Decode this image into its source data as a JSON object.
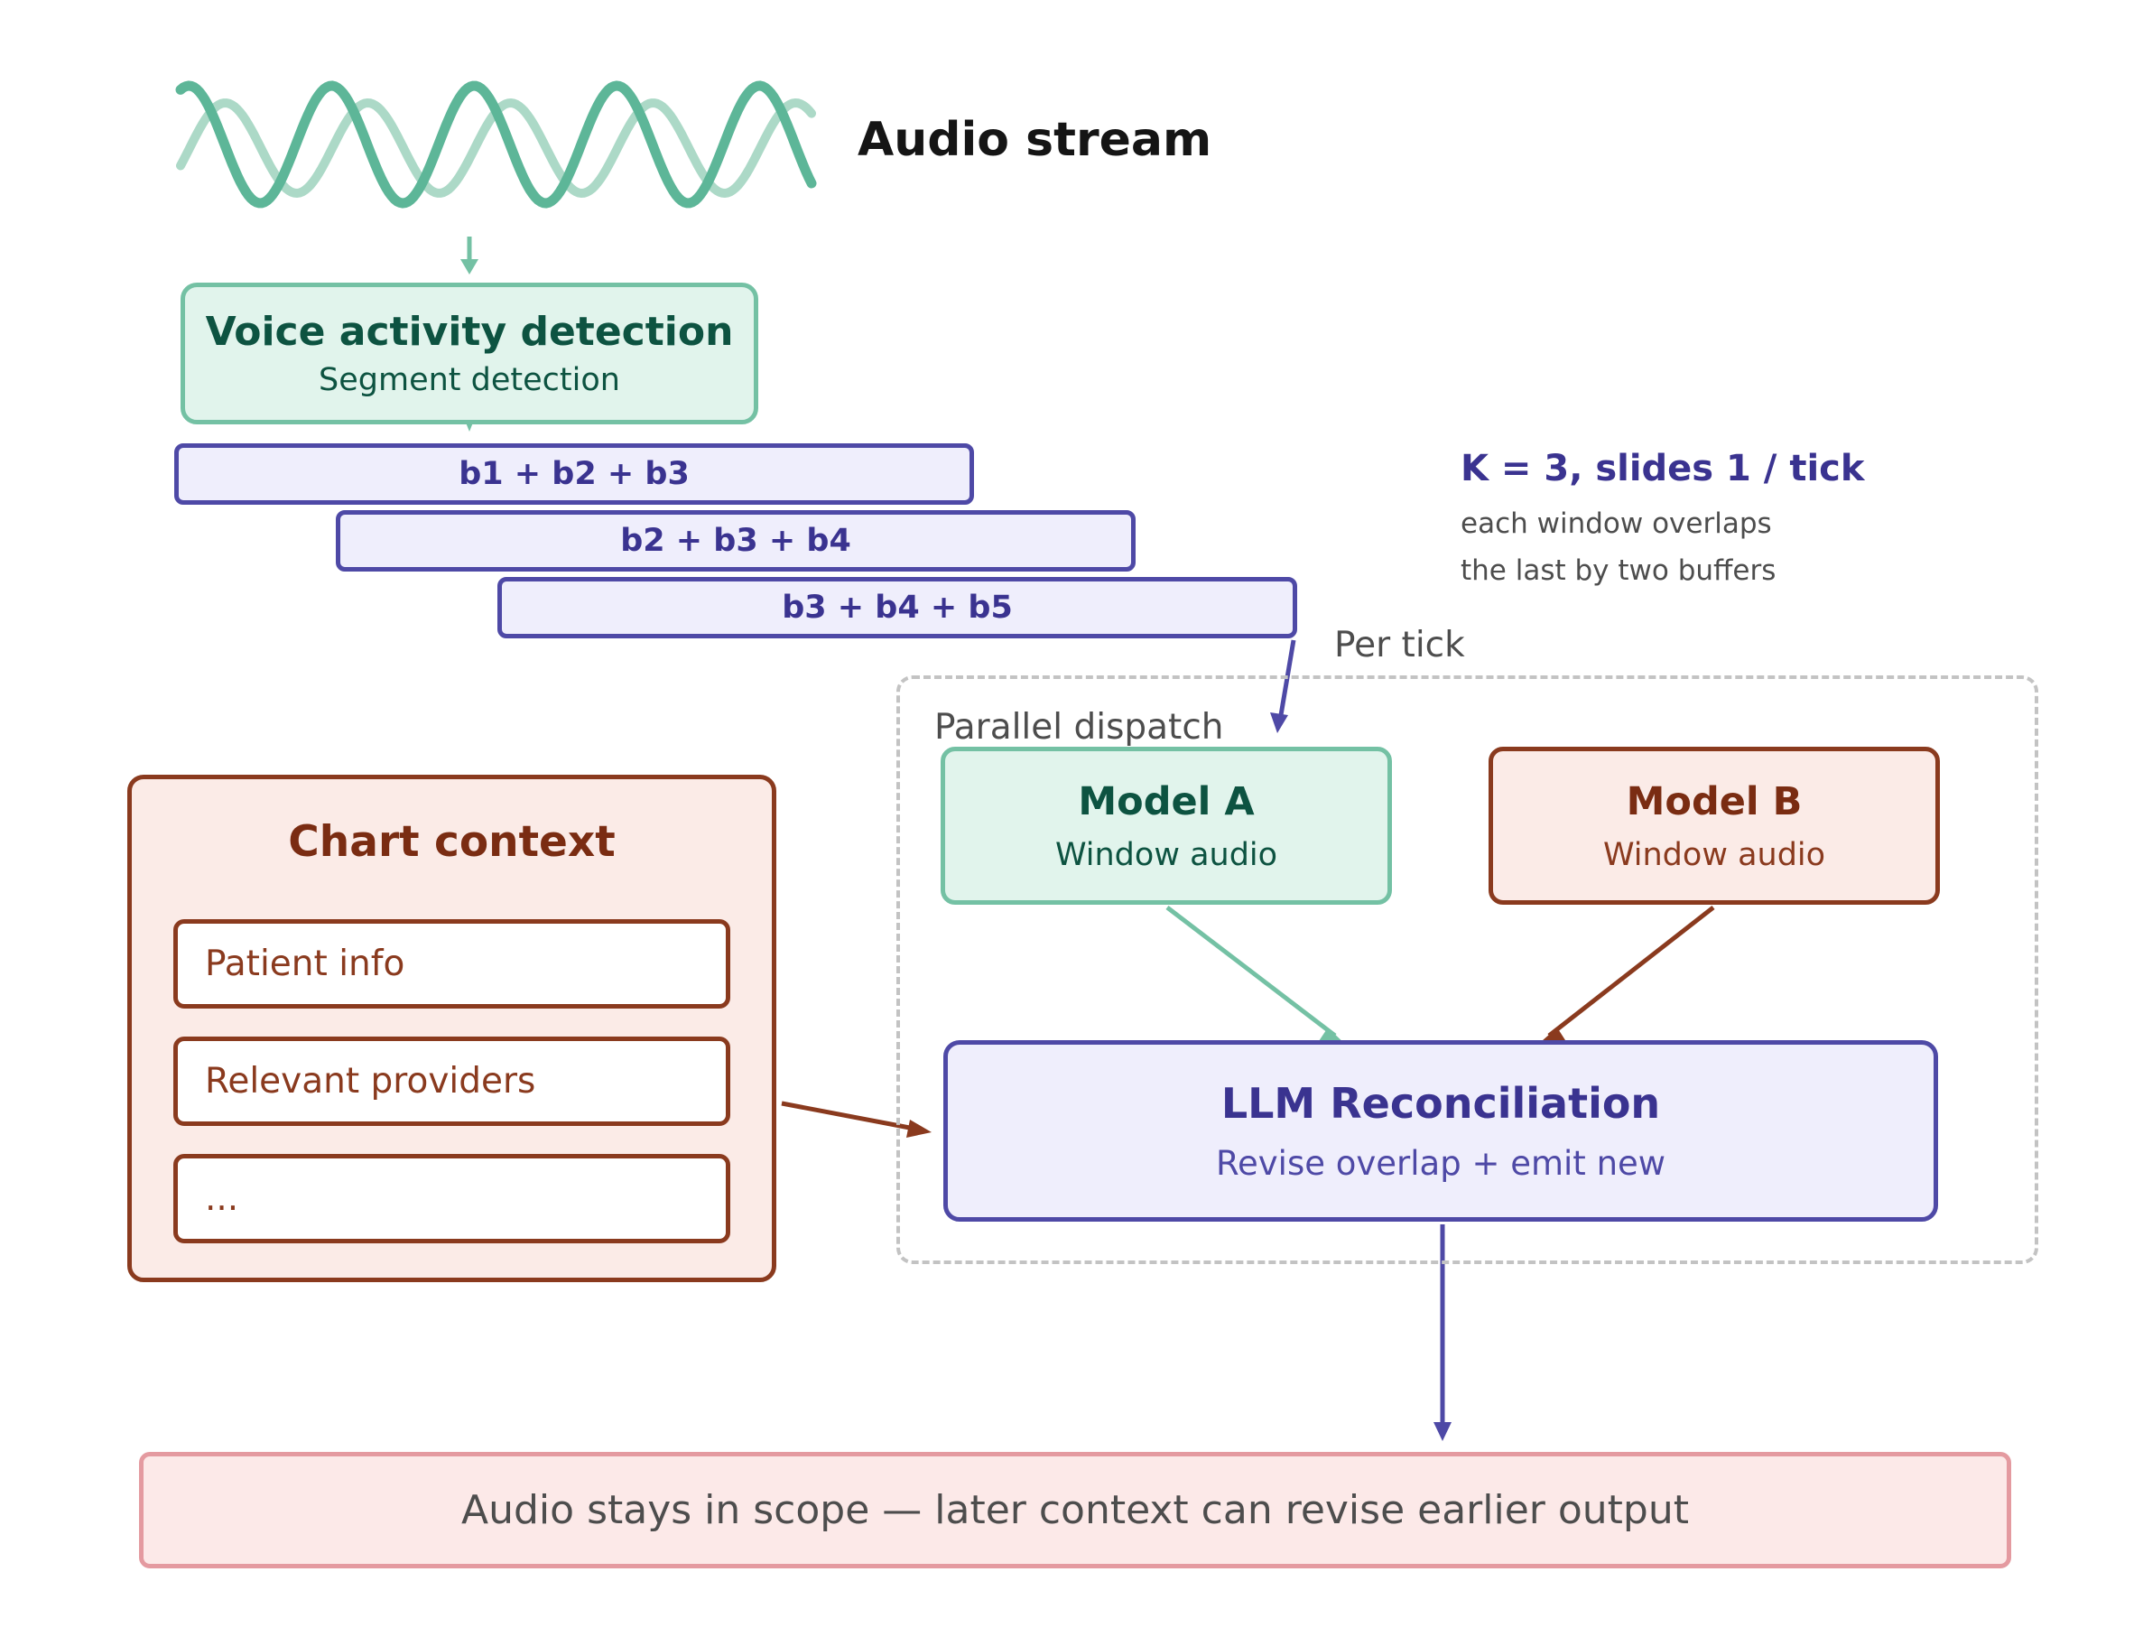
{
  "audio": {
    "title": "Audio stream",
    "wave_color": "#5db698"
  },
  "vad": {
    "title": "Voice activity detection",
    "subtitle": "Segment detection"
  },
  "windows": [
    "b1 + b2 + b3",
    "b2 + b3 + b4",
    "b3 + b4 + b5"
  ],
  "k_note": {
    "title": "K = 3, slides 1 / tick",
    "lines": [
      "each window overlaps",
      "the last by two buffers"
    ]
  },
  "per_tick_label": "Per tick",
  "dispatch": {
    "label": "Parallel dispatch"
  },
  "model_a": {
    "title": "Model A",
    "subtitle": "Window audio"
  },
  "model_b": {
    "title": "Model B",
    "subtitle": "Window audio"
  },
  "llm": {
    "title": "LLM Reconciliation",
    "subtitle": "Revise overlap + emit new"
  },
  "chart_context": {
    "title": "Chart context",
    "items": [
      "Patient info",
      "Relevant providers",
      "..."
    ]
  },
  "footer": {
    "text": "Audio stays in scope — later context can revise earlier output"
  },
  "colors": {
    "green": "#74c1a4",
    "purple": "#4e49a6",
    "brown": "#8a3a1e",
    "pink": "#e49aa0"
  }
}
